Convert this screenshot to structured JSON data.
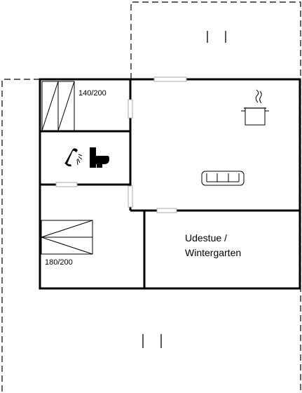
{
  "labels": {
    "bed_upper": "140/200",
    "bed_lower": "180/200",
    "room_line1": "Udestue /",
    "room_line2": "Wintergarten"
  },
  "icons": [
    "shower-icon",
    "toilet-icon",
    "stove-pot-icon",
    "sofa-icon",
    "bed-icon"
  ],
  "colors": {
    "line": "#000000",
    "background": "#ffffff",
    "window": "#aaaaaa"
  }
}
